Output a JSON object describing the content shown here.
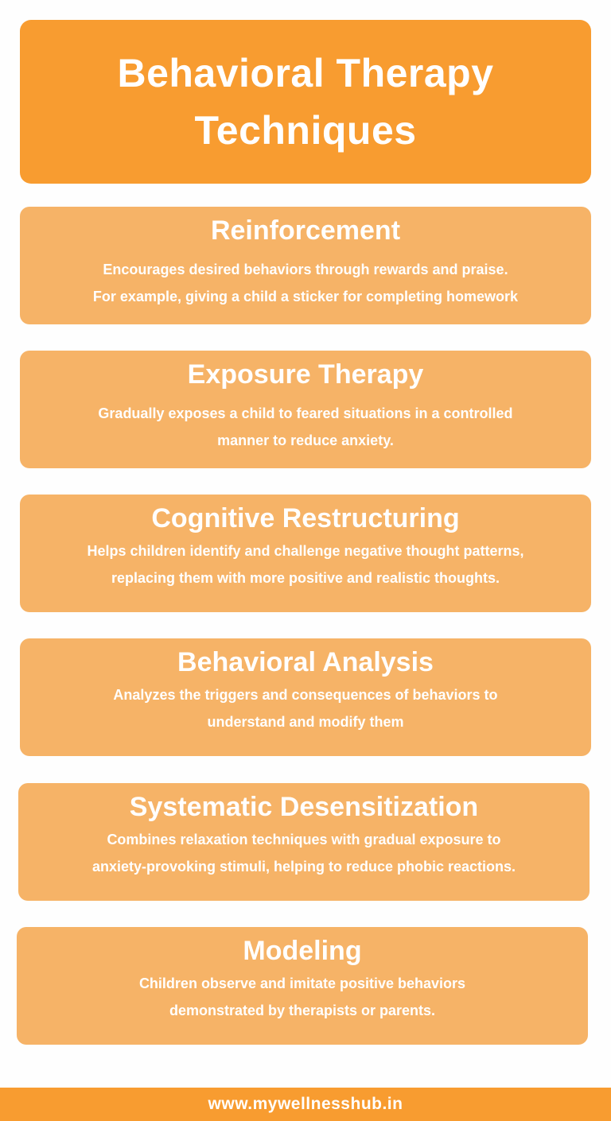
{
  "header": {
    "title_line1": "Behavioral Therapy",
    "title_line2": "Techniques"
  },
  "techniques": [
    {
      "title": "Reinforcement",
      "desc_line1": "Encourages desired behaviors through rewards and praise.",
      "desc_line2": "For example, giving a child a sticker for completing homework"
    },
    {
      "title": "Exposure Therapy",
      "desc_line1": "Gradually exposes a child to feared situations in a controlled",
      "desc_line2": "manner to reduce anxiety."
    },
    {
      "title": "Cognitive Restructuring",
      "desc_line1": "Helps children identify and challenge negative thought patterns,",
      "desc_line2": "replacing them with more positive and realistic thoughts."
    },
    {
      "title": "Behavioral Analysis",
      "desc_line1": "Analyzes the triggers and consequences of behaviors to",
      "desc_line2": "understand and modify them"
    },
    {
      "title": "Systematic Desensitization",
      "desc_line1": "Combines relaxation techniques with gradual exposure to",
      "desc_line2": "anxiety-provoking stimuli, helping to reduce phobic reactions."
    },
    {
      "title": "Modeling",
      "desc_line1": "Children observe and imitate positive behaviors",
      "desc_line2": "demonstrated by therapists or parents."
    }
  ],
  "footer": {
    "url": "www.mywellnesshub.in"
  },
  "colors": {
    "header_bg": "#f89c30",
    "card_bg": "#f6b367",
    "text": "#ffffff"
  }
}
